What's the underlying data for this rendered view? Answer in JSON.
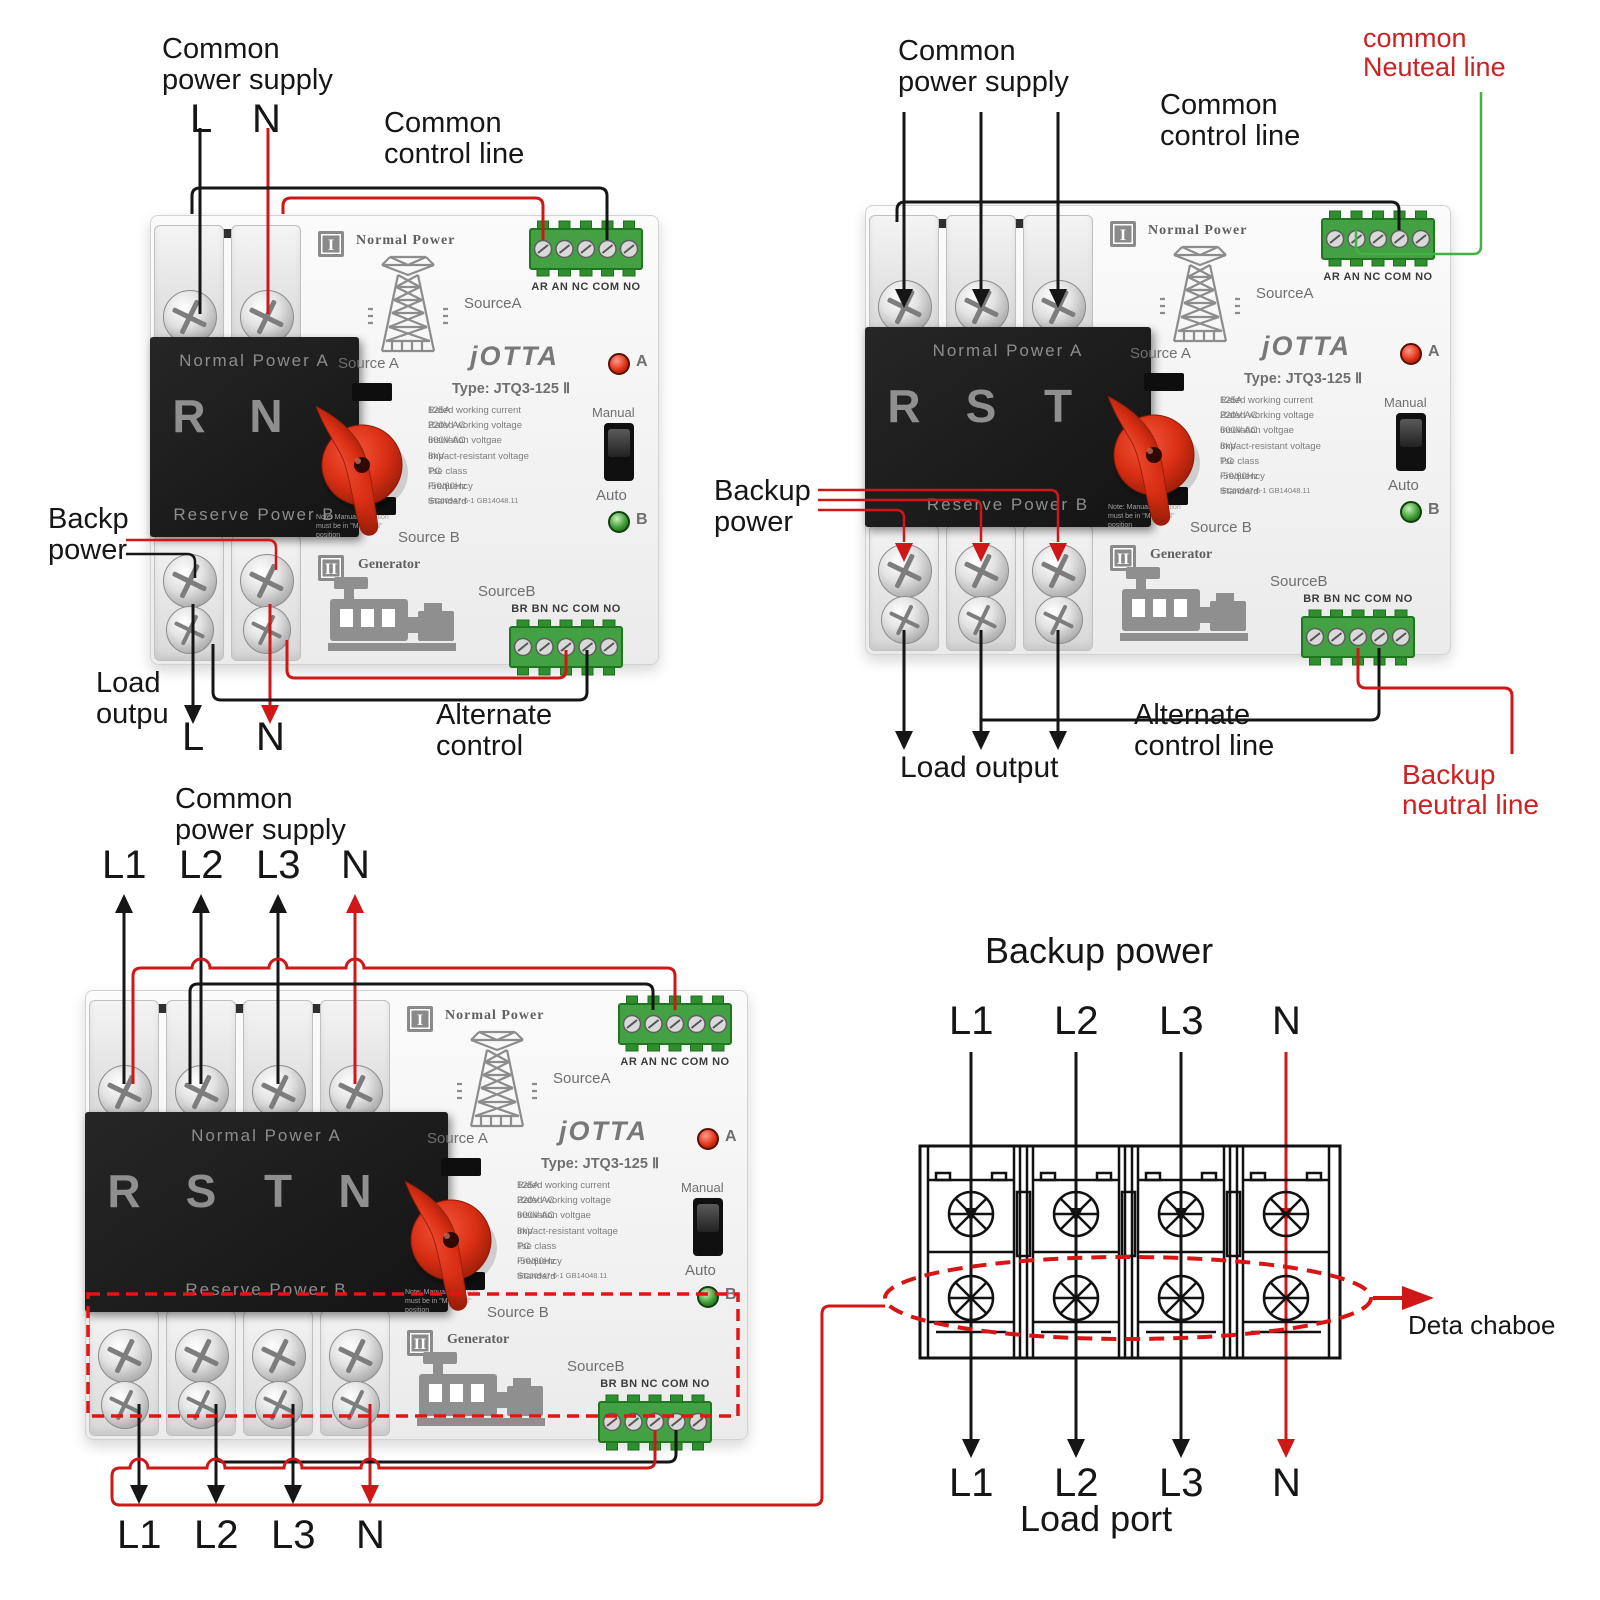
{
  "palette": {
    "wire_black": "#161616",
    "wire_red": "#cf1717",
    "wire_green": "#43b143",
    "annotation_red": "#cc2222",
    "green_block": "#43a143",
    "knob_red": "#d92f14"
  },
  "device_face": {
    "brand": "jOTTA",
    "type_line": "Type:  JTQ3-125 Ⅱ",
    "badge_top": "I",
    "badge_bottom": "II",
    "normal_power": "Normal Power",
    "source_a_photo": "SourceA",
    "source_b_photo": "SourceB",
    "source_a": "Source A",
    "source_b": "Source B",
    "generator": "Generator",
    "top_terminal": "AR AN  NC COM NO",
    "bottom_terminal": "BR BN NC COM NO",
    "led_a": "A",
    "led_b": "B",
    "manual": "Manual",
    "auto": "Auto",
    "panel_top": "Normal Power A",
    "panel_bottom": "Reserve Power B",
    "note_text": "Note:\nManual operation\nmust be in \"Ma-\nnual\" position",
    "specs": [
      {
        "label": "Rated working current",
        "value": "125A"
      },
      {
        "label": "Rated working voltage",
        "value": "220V AC"
      },
      {
        "label": "Insulation voltgae",
        "value": "600V AC"
      },
      {
        "label": "Impact-resistant voltage",
        "value": "8kV"
      },
      {
        "label": "Tse class",
        "value": "PC"
      },
      {
        "label": "Frequency",
        "value": "-50/60Hz"
      },
      {
        "label": "Standard",
        "value": "IEC60947-6-1 GB14048.11"
      }
    ]
  },
  "devices": [
    {
      "id": "tl",
      "poles": [
        "R",
        "N"
      ]
    },
    {
      "id": "tr",
      "poles": [
        "R",
        "S",
        "T"
      ]
    },
    {
      "id": "bl",
      "poles": [
        "R",
        "S",
        "T",
        "N"
      ]
    }
  ],
  "annotations": {
    "tl_supply": "Common\npower supply",
    "tl_l": "L",
    "tl_n": "N",
    "tl_ctrl": "Common\ncontrol line",
    "tl_backp": "Backp\npower",
    "tl_load": "Load\noutpu",
    "tl_l_out": "L",
    "tl_n_out": "N",
    "tl_alt": "Alternate\ncontrol",
    "tr_supply": "Common\npower supply",
    "tr_ctrl": "Common\ncontrol line",
    "tr_neutral": "common\nNeuteal line",
    "tr_backup": "Backup\npower",
    "tr_load": "Load output",
    "tr_alt": "Alternate\ncontrol line",
    "tr_bneutral": "Backup\nneutral line",
    "bl_supply": "Common\npower supply",
    "bl_l1": "L1",
    "bl_l2": "L2",
    "bl_l3": "L3",
    "bl_n": "N",
    "bl_l1_out": "L1",
    "bl_l2_out": "L2",
    "bl_l3_out": "L3",
    "bl_n_out": "N",
    "br_title": "Backup power",
    "br_l1_top": "L1",
    "br_l2_top": "L2",
    "br_l3_top": "L3",
    "br_n_top": "N",
    "br_l1_bot": "L1",
    "br_l2_bot": "L2",
    "br_l3_bot": "L3",
    "br_n_bot": "N",
    "br_load_port": "Load port",
    "br_deta": "Deta chaboe"
  }
}
